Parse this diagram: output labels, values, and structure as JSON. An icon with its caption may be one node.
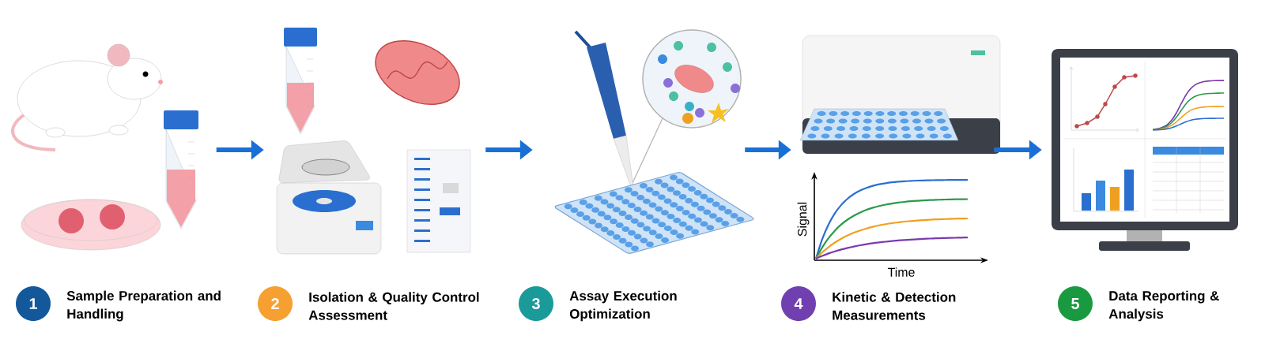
{
  "diagram": {
    "nodes": [
      {
        "text": [],
        "shape": "picture"
      },
      {
        "text": [],
        "shape": "picture"
      },
      {
        "text": [],
        "shape": "picture"
      },
      {
        "text": [],
        "shape": "picture"
      },
      {
        "text": [],
        "shape": "picture"
      },
      {
        "text": [
          "1"
        ],
        "beside": [
          "Sample Preparation and Handling"
        ]
      },
      {
        "text": [
          "2"
        ],
        "beside": [
          "Isolation & Quality Control Assessment"
        ]
      },
      {
        "text": [
          "3"
        ],
        "beside": [
          "Assay Execution Optimization"
        ]
      },
      {
        "text": [
          "4"
        ],
        "beside": [
          "Kinetic & Detection Measurements"
        ]
      },
      {
        "text": [
          "5"
        ],
        "beside": [
          "Data Reporting & Analysis"
        ]
      }
    ],
    "edges": [
      {
        "from": 0,
        "to": 1,
        "arrow": "to"
      },
      {
        "from": 1,
        "to": 2,
        "arrow": "to"
      },
      {
        "from": 2,
        "to": 3,
        "arrow": "to"
      },
      {
        "from": 3,
        "to": 4,
        "arrow": "to"
      }
    ],
    "labels": [
      "Signal",
      "Time"
    ]
  }
}
